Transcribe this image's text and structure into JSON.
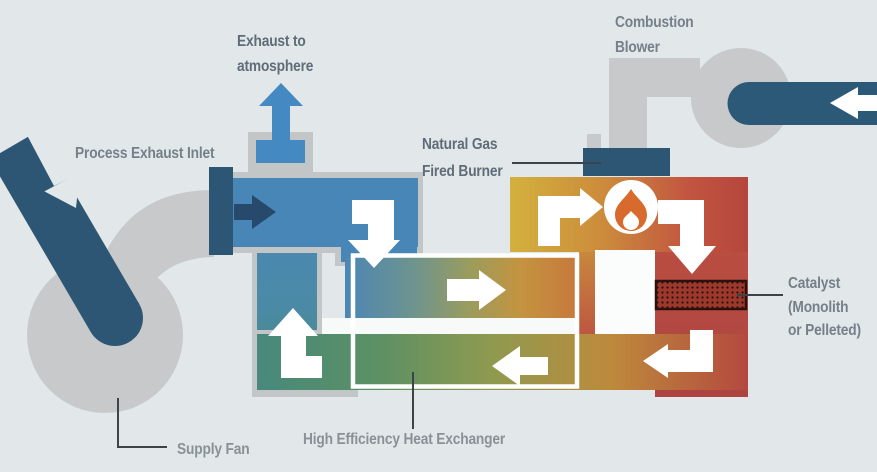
{
  "labels": {
    "process_exhaust_inlet": "Process Exhaust Inlet",
    "exhaust_to_atmosphere": "Exhaust to\natmosphere",
    "combustion_blower": "Combustion\nBlower",
    "natural_gas_burner": "Natural Gas\nFired Burner",
    "catalyst": "Catalyst\n(Monolith\nor Pelleted)",
    "supply_fan": "Supply Fan",
    "heat_exchanger": "High Efficiency Heat Exchanger"
  },
  "palette": {
    "background": "#e2e7e9",
    "machinery_gray": "#c7c9ca",
    "duct_border_gray": "#c2c6c7",
    "cool_duct_blue": "#4886b8",
    "stack_blue": "#4489c2",
    "navy": "#2d5674",
    "navy_arrow": "#27496b",
    "hot_yellow": "#d3b13d",
    "hot_orange": "#c88a3d",
    "hot_red": "#b5463c",
    "recovered_heat_teal": "#47897c",
    "flame_orange": "#d96a2d",
    "catalyst_red": "#9e382c",
    "label_dark": "#5f6d79",
    "label_mid": "#76808a",
    "label_light": "#8a9097",
    "leader_line": "#3d4449",
    "arrow_white": "#ffffff"
  }
}
